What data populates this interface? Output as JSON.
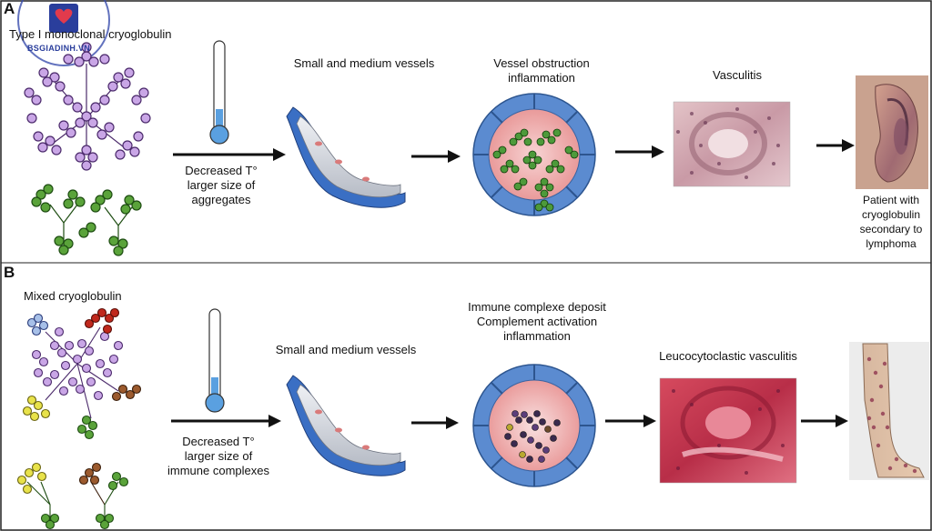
{
  "watermark": {
    "text": "BSGIADINH.VN"
  },
  "panel_a": {
    "letter": "A",
    "title": "Type I monoclonal cryoglobulin",
    "thermo_label_l1": "Decreased T°",
    "thermo_label_l2": "larger size of",
    "thermo_label_l3": "aggregates",
    "vessels_label": "Small and medium vessels",
    "obstruction_l1": "Vessel obstruction",
    "obstruction_l2": "inflammation",
    "vasculitis_label": "Vasculitis",
    "patient_l1": "Patient with",
    "patient_l2": "cryoglobulin",
    "patient_l3": "secondary to",
    "patient_l4": "lymphoma"
  },
  "panel_b": {
    "letter": "B",
    "title": "Mixed cryoglobulin",
    "thermo_label_l1": "Decreased T°",
    "thermo_label_l2": "larger size of",
    "thermo_label_l3": "immune complexes",
    "vessels_label": "Small and medium vessels",
    "deposit_l1": "Immune complexe deposit",
    "deposit_l2": "Complement activation",
    "deposit_l3": "inflammation",
    "vasculitis_label": "Leucocytoclastic vasculitis"
  },
  "colors": {
    "purple": "#c9a6e6",
    "purple_stroke": "#4b2a6b",
    "green": "#5aa33a",
    "red": "#c0281c",
    "yellow": "#e8e24a",
    "brown": "#9b5a2e",
    "blue_ring": "#5b8bd0",
    "vessel_blue": "#3a6fc4",
    "pink": "#f5c7c7"
  },
  "icons": [
    "thermometer-icon",
    "arrow-right-icon",
    "logo-icon"
  ]
}
